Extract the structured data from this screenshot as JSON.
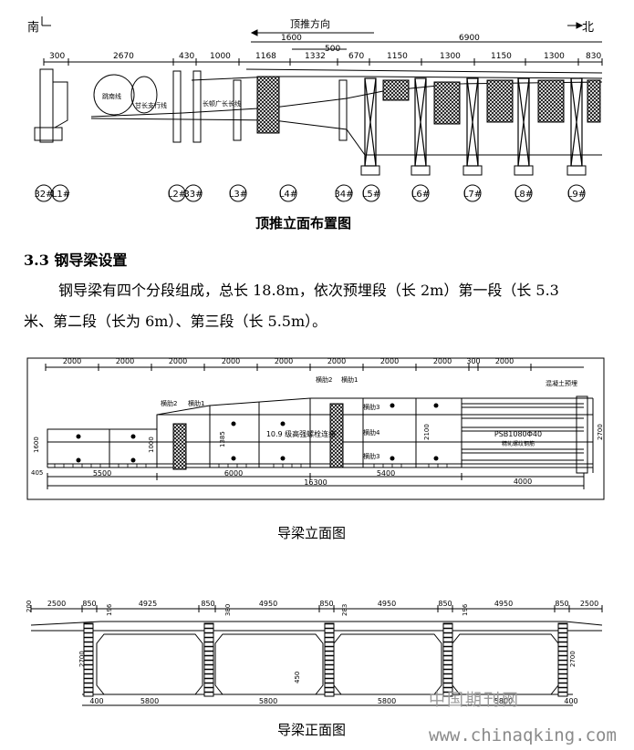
{
  "fig1": {
    "south": "南",
    "north": "北",
    "push_direction": "顶推方向",
    "top_dims": [
      "1600",
      "500",
      "6900"
    ],
    "dims": [
      "300",
      "2670",
      "430",
      "1000",
      "1168",
      "1332",
      "670",
      "1150",
      "1300",
      "1150",
      "1300",
      "830"
    ],
    "inner_labels": [
      "跳南线",
      "甘长支行线",
      "长顿广长长线"
    ],
    "piers": [
      "32#",
      "L1#",
      "L2#",
      "33#",
      "L3#",
      "L4#",
      "34#",
      "L5#",
      "L6#",
      "L7#",
      "L8#",
      "L9#"
    ],
    "caption": "顶推立面布置图"
  },
  "section": {
    "heading": "3.3 钢导梁设置",
    "paragraph_line1": "钢导梁有四个分段组成，总长 18.8m，依次预埋段（长 2m）第一段（长 5.3",
    "paragraph_line2": "米、第二段（长为 6m）、第三段（长 5.5m）。"
  },
  "fig2": {
    "top_dims": [
      "2000",
      "2000",
      "2000",
      "2000",
      "2000",
      "2000",
      "2000",
      "2000",
      "300",
      "2000"
    ],
    "bottom_dims": [
      "5500",
      "6000",
      "5400",
      "4000"
    ],
    "total": "16300",
    "left_dims": [
      "1600",
      "405"
    ],
    "heights": [
      "1000",
      "1385",
      "2100",
      "2700"
    ],
    "bolt_labels": [
      "PSB1080Φ40",
      "精轧螺纹钢筋"
    ],
    "anchor_label": "混凝土预埋",
    "bolt_text": "10.9 级高强螺栓连接",
    "joint_labels": [
      "横肋2",
      "横肋1",
      "横肋2",
      "横肋1",
      "横肋3",
      "横肋4",
      "横肋3"
    ],
    "caption": "导梁立面图"
  },
  "fig3": {
    "top_dims": [
      "200",
      "2500",
      "850",
      "4925",
      "850",
      "4950",
      "850",
      "4950",
      "850",
      "4950",
      "850",
      "2500"
    ],
    "small_dims": [
      "196",
      "380",
      "283",
      "196"
    ],
    "bottom_dims": [
      "400",
      "5800",
      "5800",
      "5800",
      "5800",
      "400"
    ],
    "side_dims": [
      "2700",
      "450",
      "2700"
    ],
    "caption": "导梁正面图"
  },
  "watermark": {
    "cn": "中国期刊网",
    "url": "www.chinaqking.com"
  }
}
